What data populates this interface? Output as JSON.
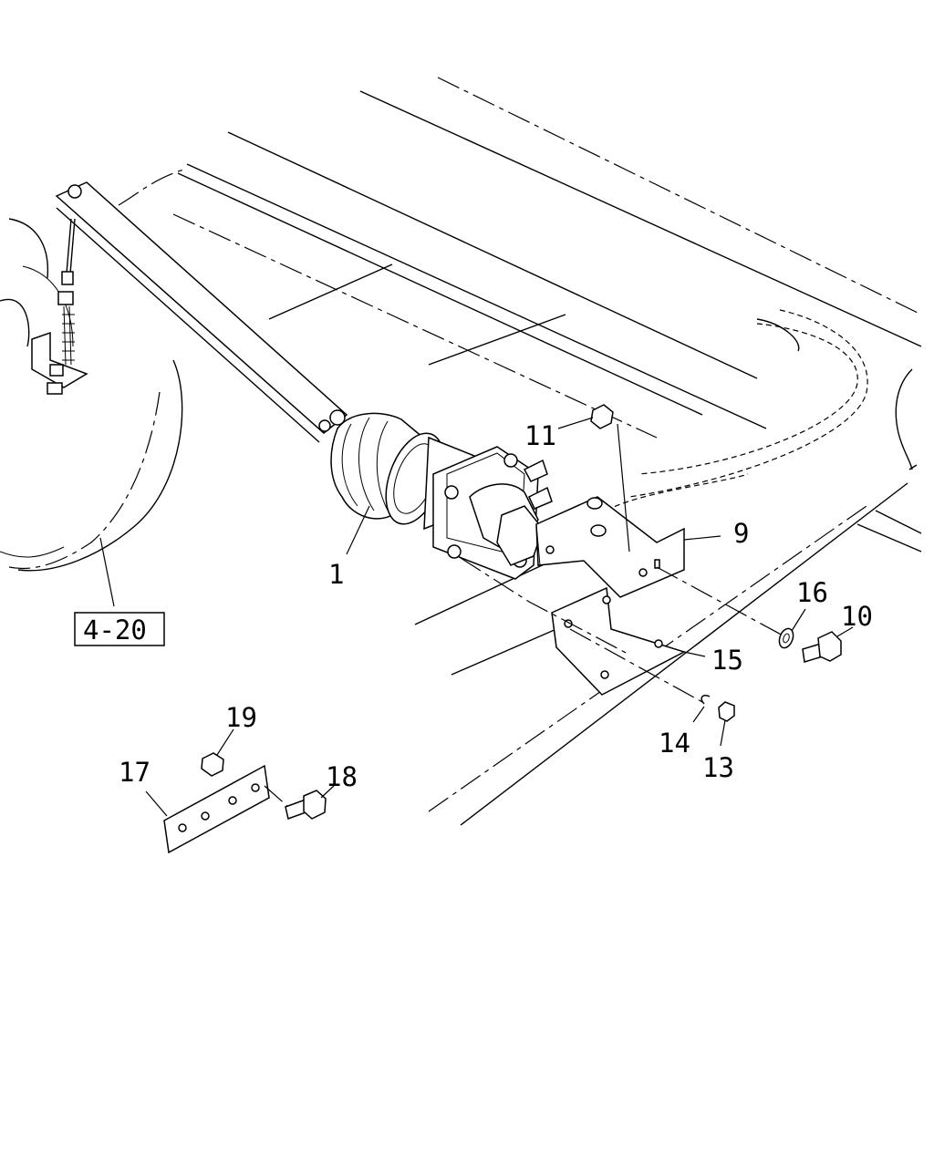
{
  "diagram": {
    "callouts": [
      {
        "id": "1",
        "text": "1"
      },
      {
        "id": "9",
        "text": "9"
      },
      {
        "id": "10",
        "text": "10"
      },
      {
        "id": "11",
        "text": "11"
      },
      {
        "id": "13",
        "text": "13"
      },
      {
        "id": "14",
        "text": "14"
      },
      {
        "id": "15",
        "text": "15"
      },
      {
        "id": "16",
        "text": "16"
      },
      {
        "id": "17",
        "text": "17"
      },
      {
        "id": "18",
        "text": "18"
      },
      {
        "id": "19",
        "text": "19"
      }
    ],
    "reference_box": "4-20"
  }
}
